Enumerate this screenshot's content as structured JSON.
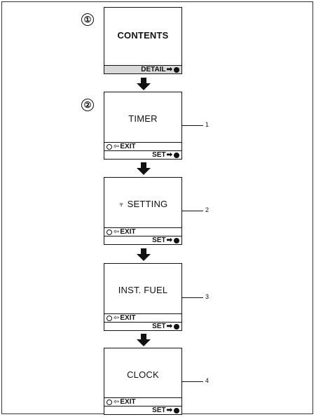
{
  "steps": [
    {
      "marker": "①",
      "label": "CONTENTS",
      "exit_label": "",
      "action_label": "DETAIL",
      "callout": ""
    },
    {
      "marker": "②",
      "label": "TIMER",
      "exit_label": "EXIT",
      "action_label": "SET",
      "callout": "1"
    },
    {
      "marker": "",
      "label": "SETTING",
      "exit_label": "EXIT",
      "action_label": "SET",
      "callout": "2"
    },
    {
      "marker": "",
      "label": "INST. FUEL",
      "exit_label": "EXIT",
      "action_label": "SET",
      "callout": "3"
    },
    {
      "marker": "",
      "label": "CLOCK",
      "exit_label": "EXIT",
      "action_label": "SET",
      "callout": "4"
    }
  ]
}
